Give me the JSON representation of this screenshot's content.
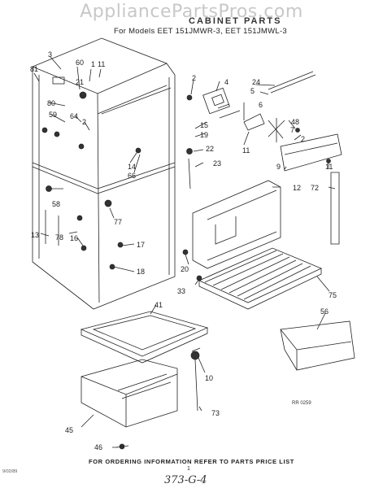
{
  "watermark": "AppliancePartsPros.com",
  "header": {
    "title": "CABINET PARTS",
    "subtitle": "For Models EET 151JMWR-3, EET 151JMWL-3"
  },
  "footer": {
    "ordering_note": "FOR ORDERING INFORMATION REFER TO PARTS PRICE LIST",
    "page_number": "1",
    "handwritten_note": "373-G-4",
    "diagram_code": "RR 0259",
    "bottom_left_code": "9/02/89"
  },
  "part_labels": [
    {
      "id": "3",
      "text": "3"
    },
    {
      "id": "81",
      "text": "81"
    },
    {
      "id": "60",
      "text": "60"
    },
    {
      "id": "21",
      "text": "21"
    },
    {
      "id": "1a",
      "text": "1"
    },
    {
      "id": "11a",
      "text": "11"
    },
    {
      "id": "80",
      "text": "80"
    },
    {
      "id": "59",
      "text": "59"
    },
    {
      "id": "64",
      "text": "64"
    },
    {
      "id": "2a",
      "text": "2"
    },
    {
      "id": "14",
      "text": "14"
    },
    {
      "id": "66",
      "text": "66"
    },
    {
      "id": "58",
      "text": "58"
    },
    {
      "id": "77",
      "text": "77"
    },
    {
      "id": "13",
      "text": "13"
    },
    {
      "id": "78",
      "text": "78"
    },
    {
      "id": "16",
      "text": "16"
    },
    {
      "id": "17",
      "text": "17"
    },
    {
      "id": "18",
      "text": "18"
    },
    {
      "id": "2b",
      "text": "2"
    },
    {
      "id": "4",
      "text": "4"
    },
    {
      "id": "24",
      "text": "24"
    },
    {
      "id": "5",
      "text": "5"
    },
    {
      "id": "6",
      "text": "6"
    },
    {
      "id": "15",
      "text": "15"
    },
    {
      "id": "19",
      "text": "19"
    },
    {
      "id": "48",
      "text": "48"
    },
    {
      "id": "22",
      "text": "22"
    },
    {
      "id": "2c",
      "text": "2"
    },
    {
      "id": "7",
      "text": "7"
    },
    {
      "id": "11b",
      "text": "11"
    },
    {
      "id": "23",
      "text": "23"
    },
    {
      "id": "9",
      "text": "9"
    },
    {
      "id": "11c",
      "text": "11"
    },
    {
      "id": "12",
      "text": "12"
    },
    {
      "id": "72",
      "text": "72"
    },
    {
      "id": "20",
      "text": "20"
    },
    {
      "id": "33",
      "text": "33"
    },
    {
      "id": "75",
      "text": "75"
    },
    {
      "id": "41",
      "text": "41"
    },
    {
      "id": "56",
      "text": "56"
    },
    {
      "id": "10",
      "text": "10"
    },
    {
      "id": "45",
      "text": "45"
    },
    {
      "id": "73",
      "text": "73"
    },
    {
      "id": "46",
      "text": "46"
    }
  ]
}
